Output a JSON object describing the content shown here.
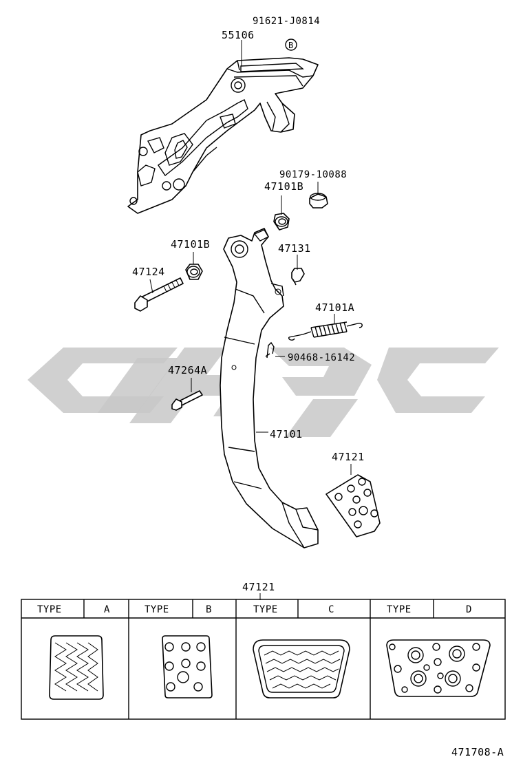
{
  "diagram": {
    "figure_code": "471708-A",
    "callouts": [
      {
        "id": "c1",
        "text": "91621-J0814"
      },
      {
        "id": "c2",
        "text": "55106"
      },
      {
        "id": "c3",
        "text": "90179-10088"
      },
      {
        "id": "c4",
        "text": "47101B"
      },
      {
        "id": "c5",
        "text": "47101B"
      },
      {
        "id": "c6",
        "text": "47131"
      },
      {
        "id": "c7",
        "text": "47124"
      },
      {
        "id": "c8",
        "text": "47101A"
      },
      {
        "id": "c9",
        "text": "90468-16142"
      },
      {
        "id": "c10",
        "text": "47264A"
      },
      {
        "id": "c11",
        "text": "47101"
      },
      {
        "id": "c12",
        "text": "47121"
      }
    ],
    "bolt_badge": "B",
    "table": {
      "part_number": "47121",
      "columns": [
        {
          "type_label": "TYPE",
          "code": "A"
        },
        {
          "type_label": "TYPE",
          "code": "B"
        },
        {
          "type_label": "TYPE",
          "code": "C"
        },
        {
          "type_label": "TYPE",
          "code": "D"
        }
      ]
    }
  }
}
